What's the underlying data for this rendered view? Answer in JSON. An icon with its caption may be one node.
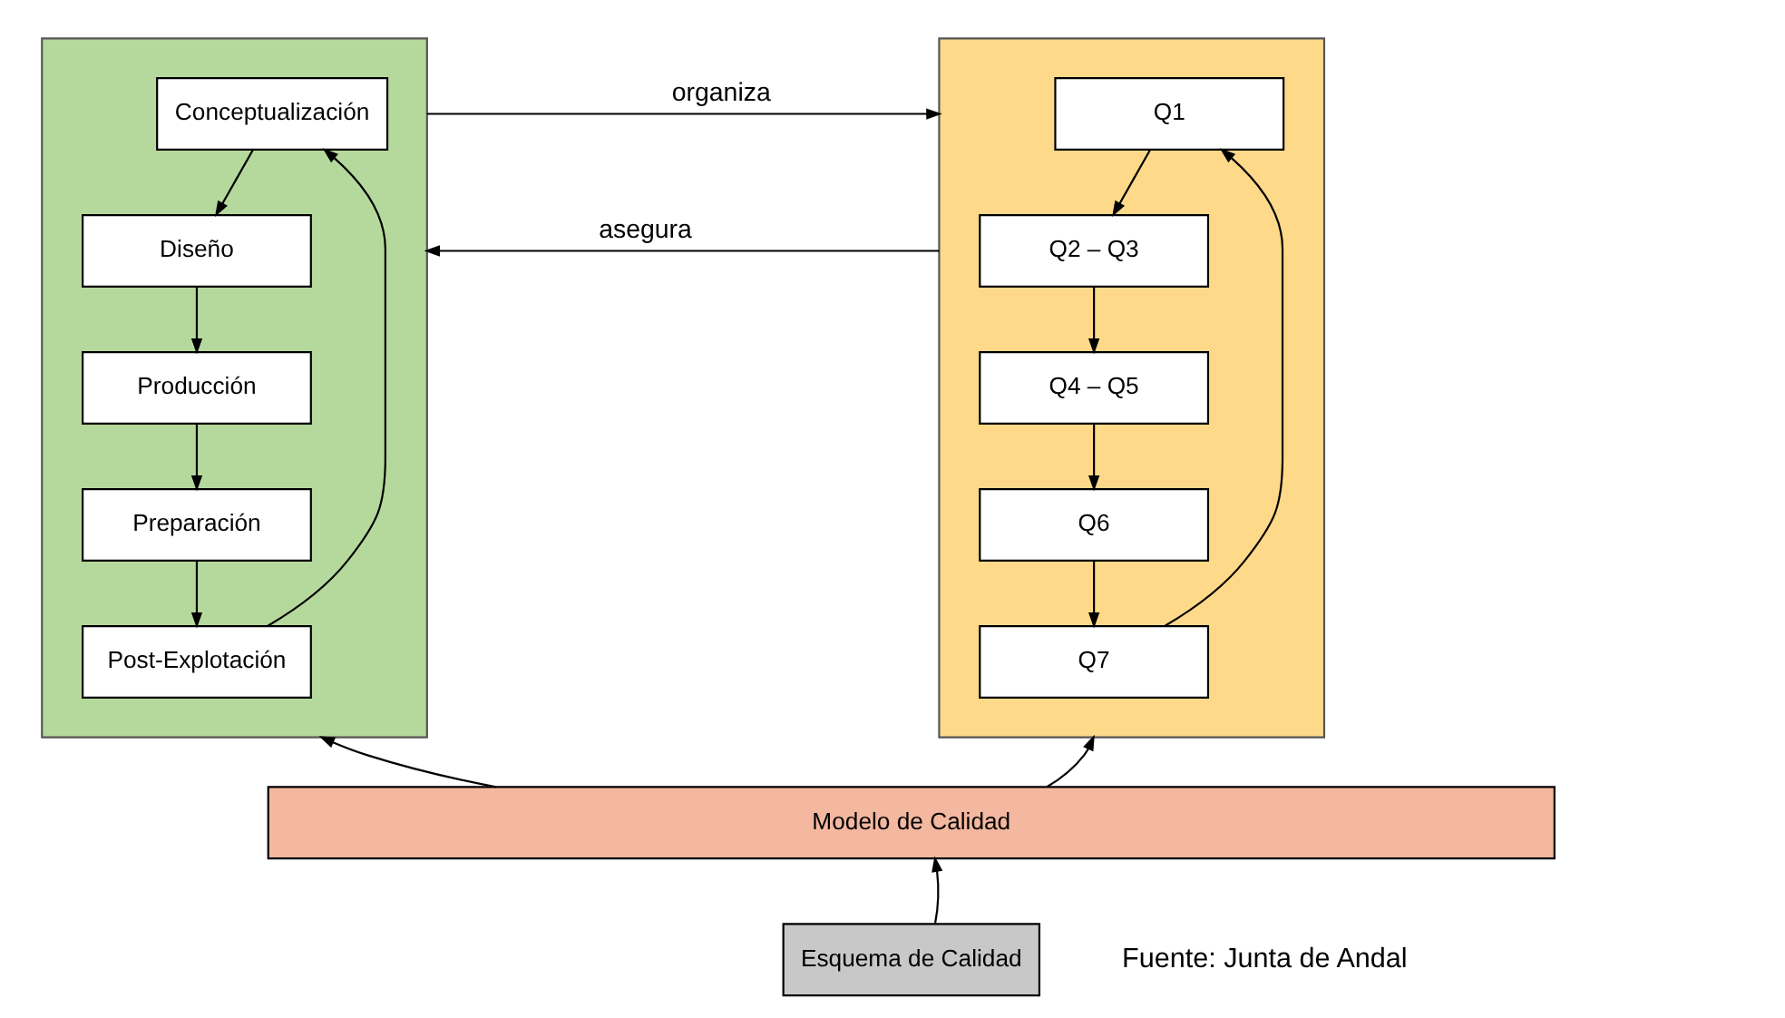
{
  "diagram": {
    "nodes": [
      {
        "text": [],
        "shape": "box"
      },
      {
        "text": [
          "Conceptualización"
        ],
        "in": 0
      },
      {
        "text": [
          "Diseño"
        ],
        "in": 0
      },
      {
        "text": [
          "Producción"
        ],
        "in": 0
      },
      {
        "text": [
          "Preparación"
        ],
        "in": 0
      },
      {
        "text": [
          "Post-Explotación"
        ],
        "in": 0
      },
      {
        "text": [],
        "shape": "box"
      },
      {
        "text": [
          "Q1"
        ],
        "in": 6
      },
      {
        "text": [
          "Q2 – Q3"
        ],
        "in": 6
      },
      {
        "text": [
          "Q4 – Q5"
        ],
        "in": 6
      },
      {
        "text": [
          "Q6"
        ],
        "in": 6
      },
      {
        "text": [
          "Q7"
        ],
        "in": 6
      },
      {
        "text": [
          "Modelo de Calidad"
        ]
      },
      {
        "text": [
          "Esquema de Calidad"
        ]
      }
    ],
    "edges": [
      {
        "from": 1,
        "to": 2,
        "arrow": "to"
      },
      {
        "from": 2,
        "to": 3,
        "arrow": "to"
      },
      {
        "from": 3,
        "to": 4,
        "arrow": "to"
      },
      {
        "from": 4,
        "to": 5,
        "arrow": "to"
      },
      {
        "from": 5,
        "to": 1,
        "arrow": "to"
      },
      {
        "from": 0,
        "to": 6,
        "label": "organiza",
        "arrow": "to"
      },
      {
        "from": 6,
        "to": 0,
        "label": "asegura",
        "arrow": "to"
      },
      {
        "from": 7,
        "to": 8,
        "arrow": "to"
      },
      {
        "from": 8,
        "to": 9,
        "arrow": "to"
      },
      {
        "from": 9,
        "to": 10,
        "arrow": "to"
      },
      {
        "from": 10,
        "to": 11,
        "arrow": "to"
      },
      {
        "from": 11,
        "to": 7,
        "arrow": "to"
      },
      {
        "from": 12,
        "to": 0,
        "arrow": "to"
      },
      {
        "from": 12,
        "to": 6,
        "arrow": "to"
      },
      {
        "from": 13,
        "to": 12,
        "arrow": "to"
      }
    ],
    "labels": [
      "Fuente: Junta de Andal"
    ]
  }
}
